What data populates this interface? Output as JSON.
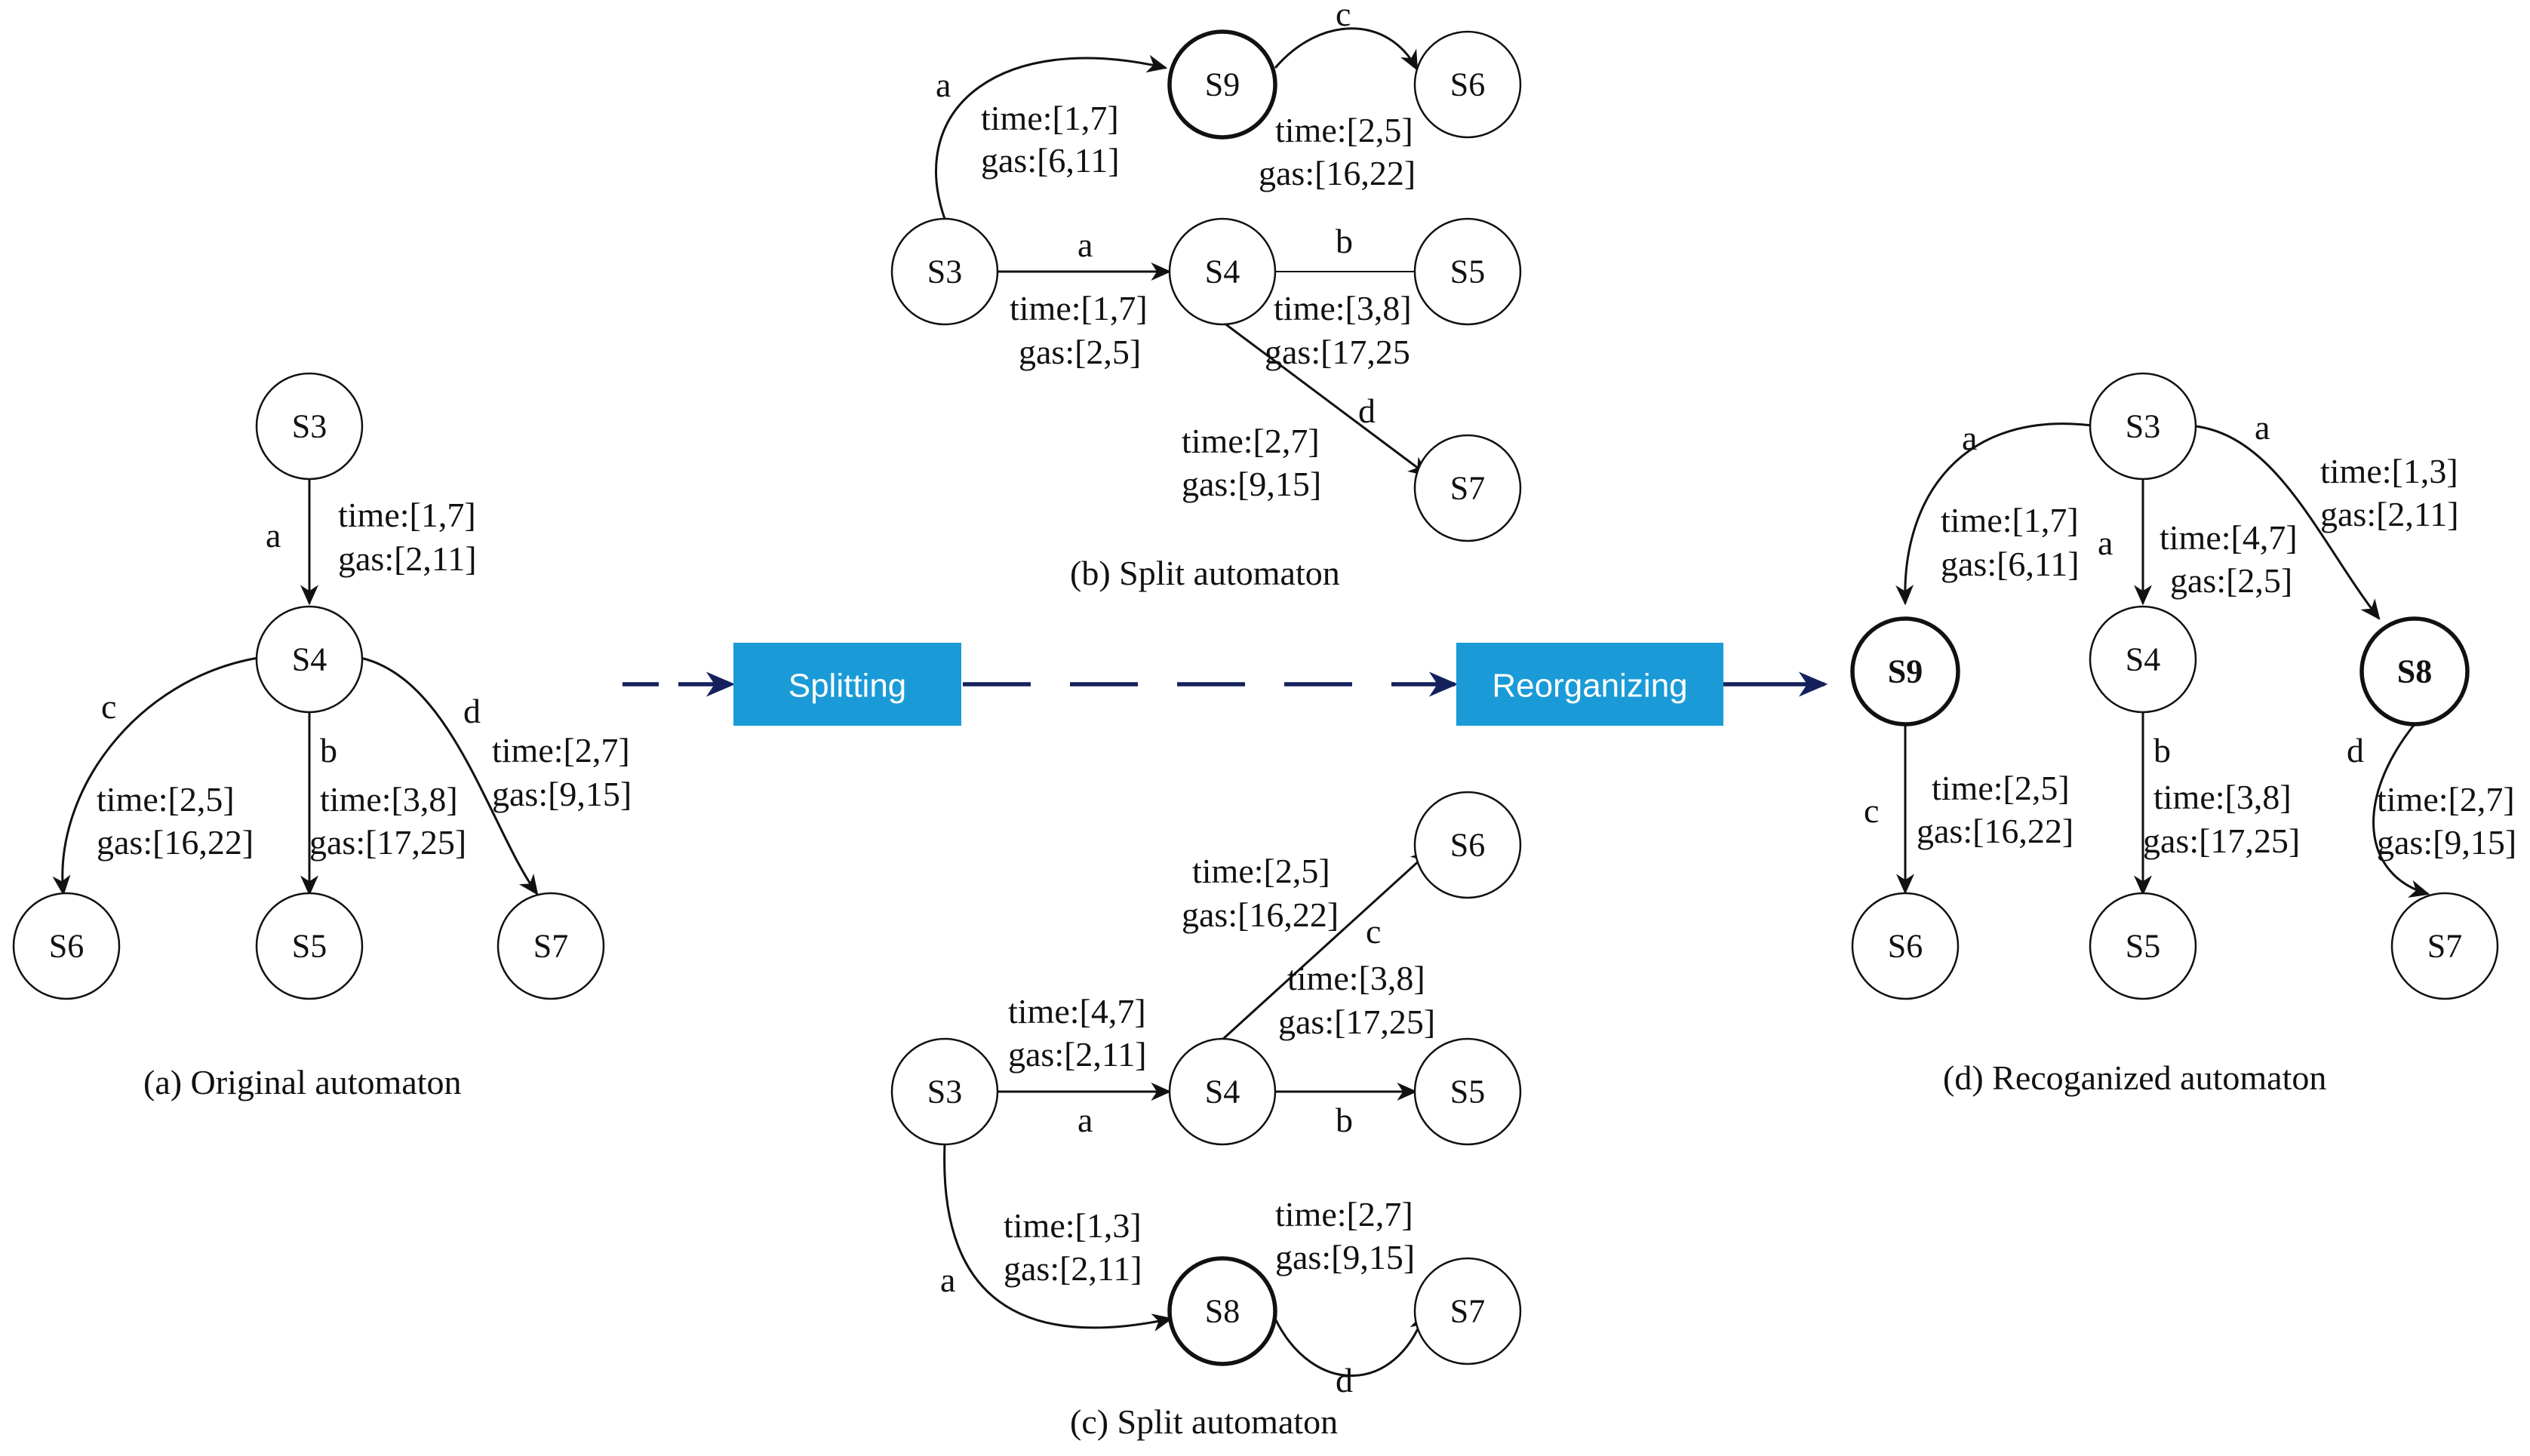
{
  "colors": {
    "step_box": "#1a9bd7",
    "flow_arrow": "#14215c",
    "ink": "#111111"
  },
  "flow": {
    "split": "Splitting",
    "reorg": "Reorganizing"
  },
  "panels": {
    "a": {
      "caption": "(a)  Original automaton",
      "nodes": {
        "s3": "S3",
        "s4": "S4",
        "s6": "S6",
        "s5": "S5",
        "s7": "S7"
      },
      "labels": {
        "e_a": "a",
        "e_a_t": "time:[1,7]",
        "e_a_g": "gas:[2,11]",
        "e_c": "c",
        "e_c_t": "time:[2,5]",
        "e_c_g": "gas:[16,22]",
        "e_b": "b",
        "e_b_t": "time:[3,8]",
        "e_b_g": "gas:[17,25]",
        "e_d": "d",
        "e_d_t": "time:[2,7]",
        "e_d_g": "gas:[9,15]"
      }
    },
    "b": {
      "caption": "(b)  Split automaton",
      "nodes": {
        "s9": "S9",
        "s6": "S6",
        "s3": "S3",
        "s4": "S4",
        "s5": "S5",
        "s7": "S7"
      },
      "labels": {
        "e_a1": "a",
        "e_a1_t": "time:[1,7]",
        "e_a1_g": "gas:[6,11]",
        "e_c": "c",
        "e_c_t": "time:[2,5]",
        "e_c_g": "gas:[16,22]",
        "e_a2": "a",
        "e_a2_t": "time:[1,7]",
        "e_a2_g": "gas:[2,5]",
        "e_b": "b",
        "e_b_t": "time:[3,8]",
        "e_b_g": "gas:[17,25",
        "e_d": "d",
        "e_d_t": "time:[2,7]",
        "e_d_g": "gas:[9,15]"
      }
    },
    "c": {
      "caption": "(c)  Split automaton",
      "nodes": {
        "s6": "S6",
        "s3": "S3",
        "s4": "S4",
        "s5": "S5",
        "s8": "S8",
        "s7": "S7"
      },
      "labels": {
        "e_c": "c",
        "e_c_t": "time:[2,5]",
        "e_c_g": "gas:[16,22]",
        "e_b_t": "time:[3,8]",
        "e_b_g": "gas:[17,25]",
        "e_b": "b",
        "e_a1": "a",
        "e_a1_t": "time:[4,7]",
        "e_a1_g": "gas:[2,11]",
        "e_a2": "a",
        "e_a2_t": "time:[1,3]",
        "e_a2_g": "gas:[2,11]",
        "e_d": "d",
        "e_d_t": "time:[2,7]",
        "e_d_g": "gas:[9,15]"
      }
    },
    "d": {
      "caption": "(d)  Recoganized automaton",
      "nodes": {
        "s3": "S3",
        "s9": "S9",
        "s4": "S4",
        "s8": "S8",
        "s6": "S6",
        "s5": "S5",
        "s7": "S7"
      },
      "labels": {
        "e_a9": "a",
        "e_a9_t": "time:[1,7]",
        "e_a9_g": "gas:[6,11]",
        "e_a4": "a",
        "e_a4_t": "time:[4,7]",
        "e_a4_g": "gas:[2,5]",
        "e_a8": "a",
        "e_a8_t": "time:[1,3]",
        "e_a8_g": "gas:[2,11]",
        "e_c": "c",
        "e_c_t": "time:[2,5]",
        "e_c_g": "gas:[16,22]",
        "e_b": "b",
        "e_b_t": "time:[3,8]",
        "e_b_g": "gas:[17,25]",
        "e_d": "d",
        "e_d_t": "time:[2,7]",
        "e_d_g": "gas:[9,15]"
      }
    }
  }
}
